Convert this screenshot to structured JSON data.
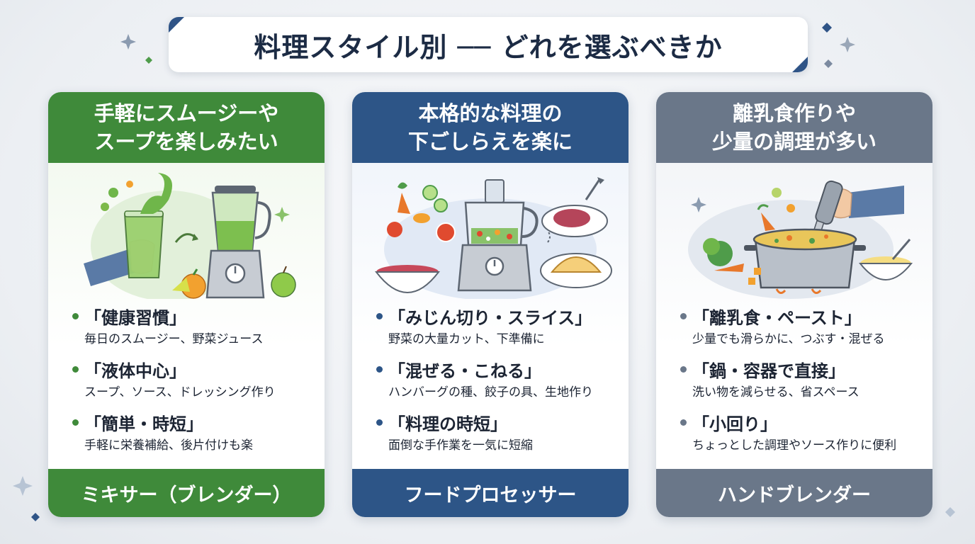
{
  "title": "料理スタイル別 ── どれを選ぶべきか",
  "colors": {
    "green": "#3f8a3a",
    "blue": "#2d5587",
    "slate": "#6a7789",
    "title_text": "#1c2b44"
  },
  "cards": [
    {
      "heading": [
        "手軽にスムージーや",
        "スープを楽しみたい"
      ],
      "illustration": "blender-smoothie-icon",
      "features": [
        {
          "title": "「健康習慣」",
          "desc": "毎日のスムージー、野菜ジュース"
        },
        {
          "title": "「液体中心」",
          "desc": "スープ、ソース、ドレッシング作り"
        },
        {
          "title": "「簡単・時短」",
          "desc": "手軽に栄養補給、後片付けも楽"
        }
      ],
      "footer": "ミキサー（ブレンダー）"
    },
    {
      "heading": [
        "本格的な料理の",
        "下ごしらえを楽に"
      ],
      "illustration": "food-processor-icon",
      "features": [
        {
          "title": "「みじん切り・スライス」",
          "desc": "野菜の大量カット、下準備に"
        },
        {
          "title": "「混ぜる・こねる」",
          "desc": "ハンバーグの種、餃子の具、生地作り"
        },
        {
          "title": "「料理の時短」",
          "desc": "面倒な手作業を一気に短縮"
        }
      ],
      "footer": "フードプロセッサー"
    },
    {
      "heading": [
        "離乳食作りや",
        "少量の調理が多い"
      ],
      "illustration": "hand-blender-pot-icon",
      "features": [
        {
          "title": "「離乳食・ペースト」",
          "desc": "少量でも滑らかに、つぶす・混ぜる"
        },
        {
          "title": "「鍋・容器で直接」",
          "desc": "洗い物を減らせる、省スペース"
        },
        {
          "title": "「小回り」",
          "desc": "ちょっとした調理やソース作りに便利"
        }
      ],
      "footer": "ハンドブレンダー"
    }
  ]
}
